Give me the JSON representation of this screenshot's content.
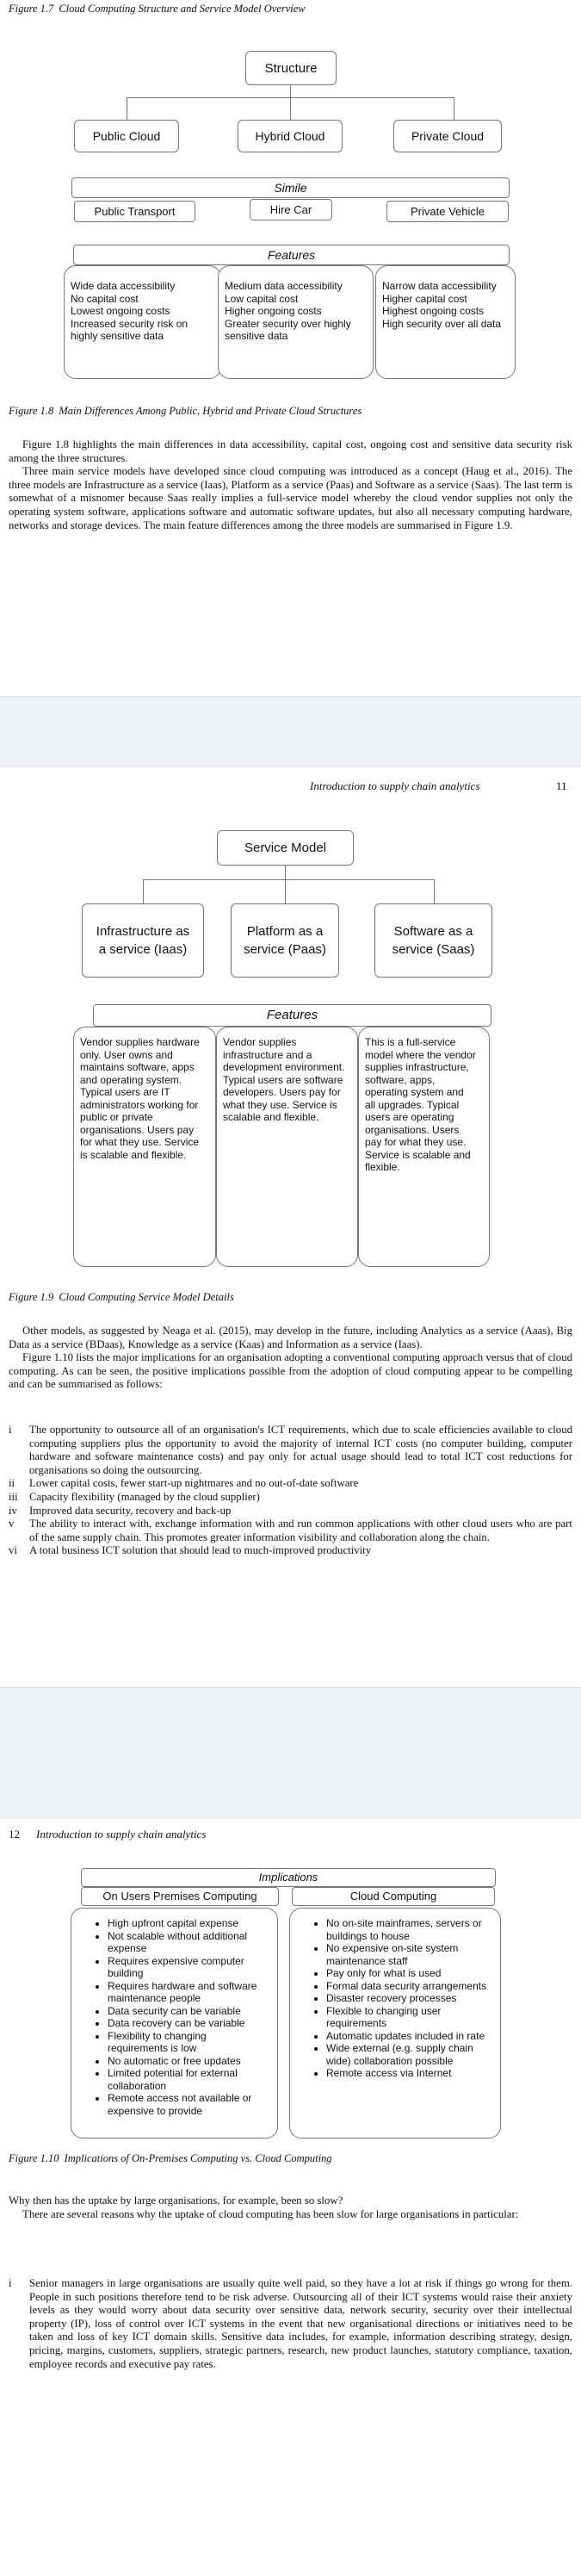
{
  "fig17": {
    "caption_num": "Figure 1.7",
    "caption_text": "Cloud Computing Structure and Service Model Overview",
    "structure": "Structure",
    "clouds": [
      "Public Cloud",
      "Hybrid Cloud",
      "Private Cloud"
    ],
    "simile": "Simile",
    "simile_items": [
      "Public Transport",
      "Hire Car",
      "Private Vehicle"
    ],
    "features": "Features",
    "feature_cols": [
      "Wide data accessibility\nNo capital cost\nLowest ongoing costs\nIncreased security risk on highly sensitive data",
      "Medium data accessibility\nLow capital cost\nHigher ongoing costs\nGreater security over highly sensitive data",
      "Narrow data accessibility\nHigher capital cost\nHighest ongoing costs\nHigh security over all data"
    ]
  },
  "fig18": {
    "caption_num": "Figure 1.8",
    "caption_text": "Main Differences Among Public, Hybrid and Private Cloud Structures"
  },
  "text1": {
    "p1": "Figure 1.8 highlights the main differences in data accessibility, capital cost, ongoing cost and sensitive data security risk among the three structures.",
    "p2": "Three main service models have developed since cloud computing was introduced as a concept (Haug et al., 2016). The three models are Infrastructure as a service (Iaas), Platform as a service (Paas) and Software as a service (Saas). The last term is somewhat of a misnomer because Saas really implies a full-service model whereby the cloud vendor supplies not only the operating system software, applications software and automatic software updates, but also all necessary computing hardware, networks and storage devices. The main feature differences among the three models are summarised in Figure 1.9."
  },
  "page11": {
    "header": "Introduction to supply chain analytics",
    "page_num": "11"
  },
  "fig19": {
    "title": "Service Model",
    "models": [
      "Infrastructure as a service (Iaas)",
      "Platform as a service (Paas)",
      "Software as a service (Saas)"
    ],
    "features": "Features",
    "feature_cols": [
      "Vendor supplies hardware only. User owns and maintains software, apps and operating system. Typical users are IT administrators working for public or private organisations. Users pay for what they use. Service is scalable and flexible.",
      "Vendor supplies infrastructure and a development environment. Typical users are software developers. Users pay for what they use. Service is scalable and flexible.",
      "This is a full-service model where the vendor supplies infrastructure, software, apps, operating system and all upgrades. Typical users are operating organisations. Users pay for what they use. Service is scalable and flexible."
    ],
    "caption_num": "Figure 1.9",
    "caption_text": "Cloud Computing Service Model Details"
  },
  "text2": {
    "p1": "Other models, as suggested by Neaga et al. (2015), may develop in the future, including Analytics as a service (Aaas), Big Data as a service (BDaas), Knowledge as a service (Kaas) and Information as a service (Iaas).",
    "p2": "Figure 1.10 lists the major implications for an organisation adopting a conventional computing approach versus that of cloud computing. As can be seen, the positive implications possible from the adoption of cloud computing appear to be compelling and can be summarised as follows:",
    "list": [
      {
        "mark": "i",
        "text": "The opportunity to outsource all of an organisation's ICT requirements, which due to scale efficiencies available to cloud computing suppliers plus the opportunity to avoid the majority of internal ICT costs (no computer building, computer hardware and software maintenance costs) and pay only for actual usage should lead to total ICT cost reductions for organisations so doing the outsourcing."
      },
      {
        "mark": "ii",
        "text": "Lower capital costs, fewer start-up nightmares and no out-of-date software"
      },
      {
        "mark": "iii",
        "text": "Capacity flexibility (managed by the cloud supplier)"
      },
      {
        "mark": "iv",
        "text": "Improved data security, recovery and back-up"
      },
      {
        "mark": "v",
        "text": "The ability to interact with, exchange information with and run common applications with other cloud users who are part of the same supply chain. This promotes greater information visibility and collaboration along the chain."
      },
      {
        "mark": "vi",
        "text": "A total business ICT solution that should lead to much-improved productivity"
      }
    ]
  },
  "page12": {
    "page_num": "12",
    "header": "Introduction to supply chain analytics"
  },
  "fig110": {
    "implications": "Implications",
    "col1_title": "On Users Premises Computing",
    "col2_title": "Cloud Computing",
    "col1_items": [
      "High upfront capital expense",
      "Not scalable without additional expense",
      "Requires expensive computer building",
      "Requires hardware and software maintenance people",
      "Data security can be variable",
      "Data recovery can be variable",
      "Flexibility to changing requirements is low",
      "No automatic or free updates",
      "Limited potential for external collaboration",
      "Remote access not available or expensive to provide"
    ],
    "col2_items": [
      "No on-site mainframes, servers or buildings to house",
      "No expensive on-site system maintenance staff",
      "Pay only for what is used",
      "Formal data security arrangements",
      "Disaster recovery processes",
      "Flexible to changing user requirements",
      "Automatic updates included in rate",
      "Wide external (e.g. supply chain wide) collaboration possible",
      "Remote access via Internet"
    ],
    "caption_num": "Figure 1.10",
    "caption_text": "Implications of On-Premises Computing vs. Cloud Computing"
  },
  "text3": {
    "p1": "Why then has the uptake by large organisations, for example, been so slow?",
    "p2": "There are several reasons why the uptake of cloud computing has been slow for large organisations in particular:",
    "item_mark": "i",
    "item_text": "Senior managers in large organisations are usually quite well paid, so they have a lot at risk if things go wrong for them. People in such positions therefore tend to be risk adverse. Outsourcing all of their ICT systems would raise their anxiety levels as they would worry about data security over sensitive data, network security, security over their intellectual property (IP), loss of control over ICT systems in the event that new organisational directions or initiatives need to be taken and loss of key ICT domain skills. Sensitive data includes, for example, information describing strategy, design, pricing, margins, customers, suppliers, strategic partners, research, new product launches, statutory compliance, taxation, employee records and executive pay rates."
  }
}
